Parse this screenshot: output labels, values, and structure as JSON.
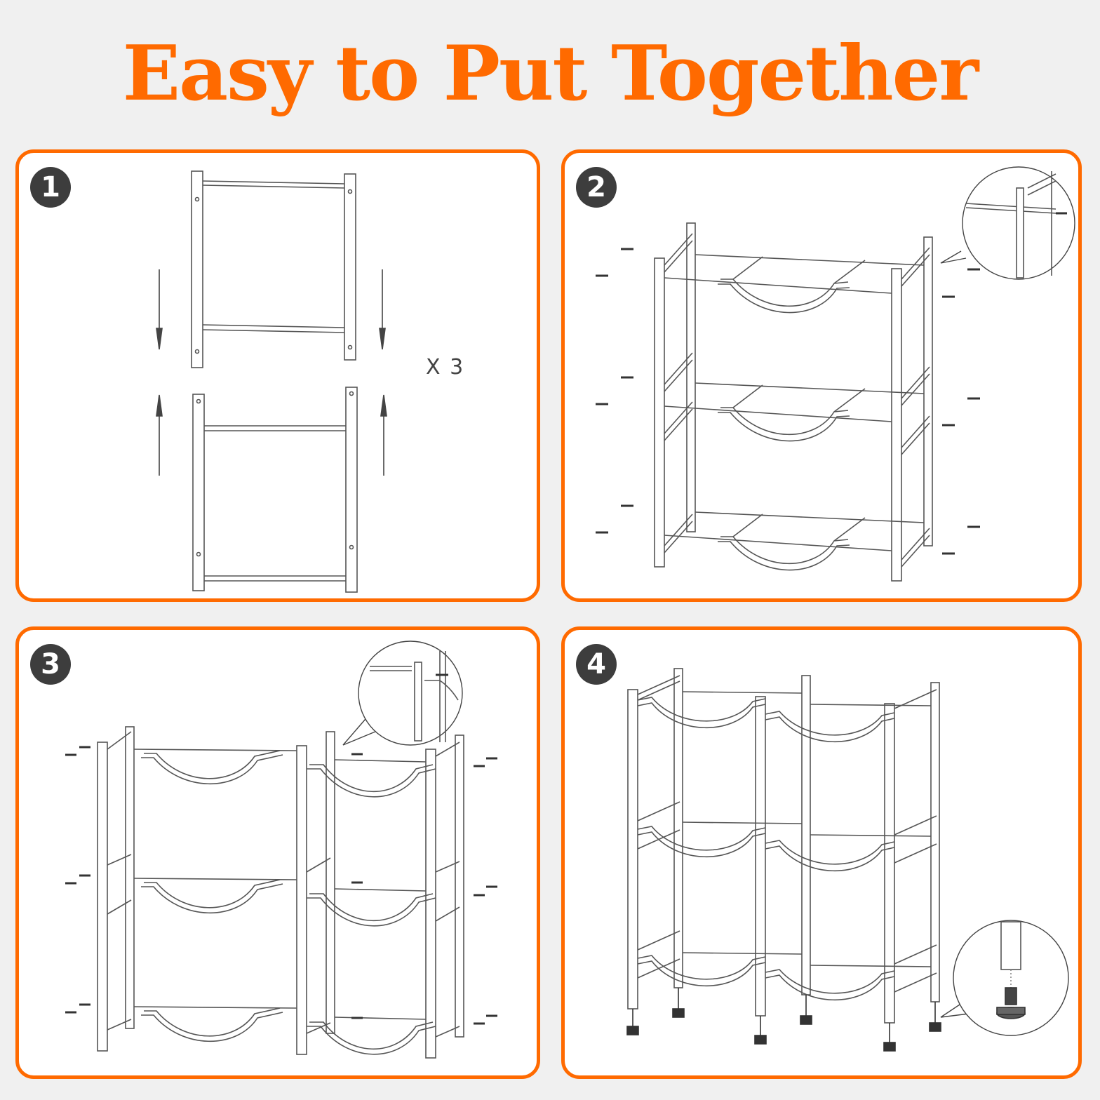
{
  "title": {
    "text": "Easy to Put Together",
    "color": "#ff6a00"
  },
  "panel_border_color": "#ff6a00",
  "steps": [
    {
      "number": "1",
      "multiplier": "X 3"
    },
    {
      "number": "2"
    },
    {
      "number": "3"
    },
    {
      "number": "4"
    }
  ]
}
